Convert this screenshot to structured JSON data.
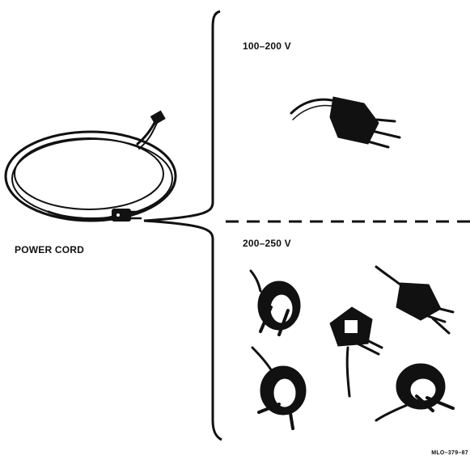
{
  "labels": {
    "power_cord": "POWER CORD",
    "range_low": "100–200 V",
    "range_high": "200–250 V",
    "figure_id": "MLO–379–87"
  },
  "colors": {
    "ink": "#111111",
    "background": "#ffffff"
  }
}
